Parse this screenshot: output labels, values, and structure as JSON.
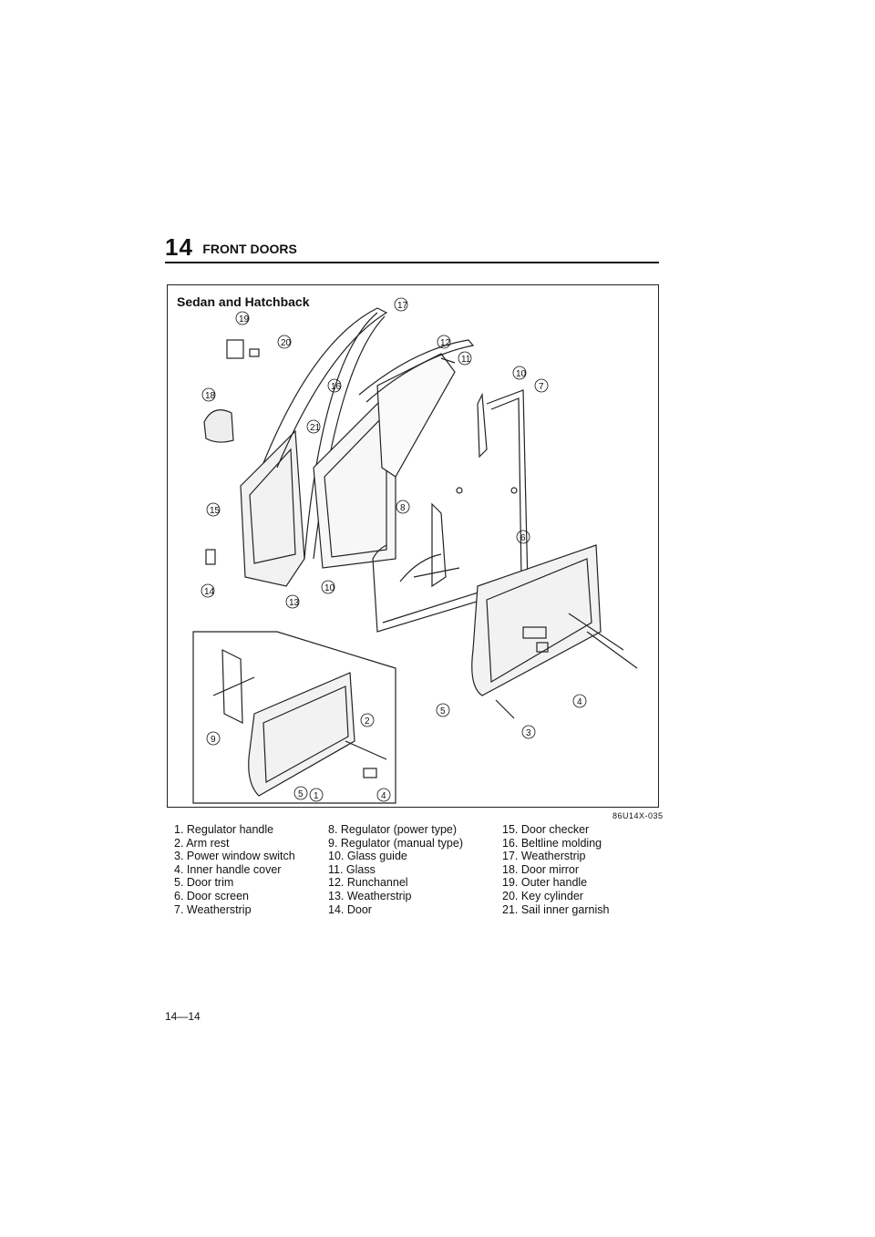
{
  "header": {
    "section_number": "14",
    "section_title": "FRONT DOORS"
  },
  "figure": {
    "title": "Sedan and Hatchback",
    "code": "86U14X-035",
    "callouts": [
      "17",
      "19",
      "20",
      "18",
      "16",
      "21",
      "12",
      "11",
      "10",
      "7",
      "15",
      "8",
      "6",
      "14",
      "13",
      "10",
      "9",
      "2",
      "5",
      "1",
      "4",
      "5",
      "4",
      "3"
    ]
  },
  "legend": {
    "col1": [
      "1. Regulator handle",
      "2. Arm rest",
      "3. Power window switch",
      "4. Inner handle cover",
      "5. Door trim",
      "6. Door screen",
      "7. Weatherstrip"
    ],
    "col2": [
      "8. Regulator (power type)",
      "9. Regulator (manual type)",
      "10. Glass guide",
      "11. Glass",
      "12. Runchannel",
      "13. Weatherstrip",
      "14. Door"
    ],
    "col3": [
      "15. Door checker",
      "16. Beltline molding",
      "17. Weatherstrip",
      "18. Door mirror",
      "19. Outer handle",
      "20. Key cylinder",
      "21. Sail inner garnish"
    ]
  },
  "footer": {
    "page_number": "14—14"
  }
}
